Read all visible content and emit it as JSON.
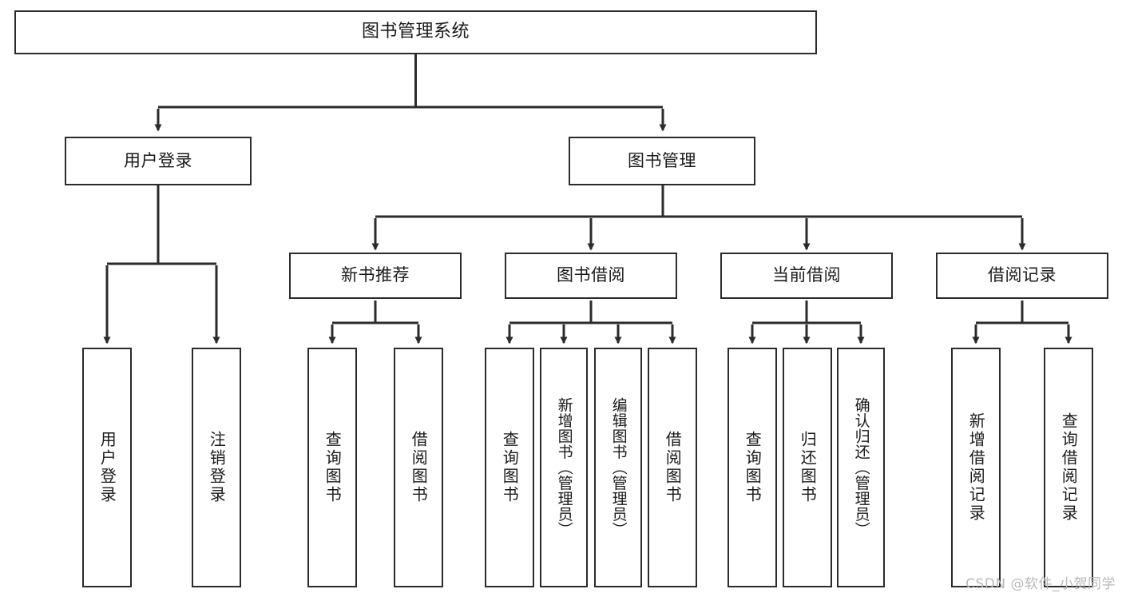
{
  "diagram": {
    "title": "图书管理系统",
    "type": "tree-hierarchy-chart",
    "colors": {
      "box_border": "#2b2b2b",
      "box_fill": "#ffffff",
      "edge": "#2b2b2b",
      "text": "#1a1a1a",
      "watermark": "#b9b9b9",
      "background": "#ffffff"
    },
    "nodes": {
      "root": {
        "label": "图书管理系统"
      },
      "level2": [
        {
          "label": "用户登录"
        },
        {
          "label": "图书管理"
        }
      ],
      "level3": [
        {
          "label": "新书推荐"
        },
        {
          "label": "图书借阅"
        },
        {
          "label": "当前借阅"
        },
        {
          "label": "借阅记录"
        }
      ],
      "leaves": {
        "user_login": [
          {
            "label": "用户登录"
          },
          {
            "label": "注销登录"
          }
        ],
        "new_book_recommend": [
          {
            "label": "查询图书"
          },
          {
            "label": "借阅图书"
          }
        ],
        "book_borrow": [
          {
            "label": "查询图书"
          },
          {
            "label": "新增图书（管理员）"
          },
          {
            "label": "编辑图书（管理员）"
          },
          {
            "label": "借阅图书"
          }
        ],
        "current_borrow": [
          {
            "label": "查询图书"
          },
          {
            "label": "归还图书"
          },
          {
            "label": "确认归还（管理员）"
          }
        ],
        "borrow_record": [
          {
            "label": "新增借阅记录"
          },
          {
            "label": "查询借阅记录"
          }
        ]
      }
    },
    "watermark": "CSDN @软件_小贺同学"
  }
}
